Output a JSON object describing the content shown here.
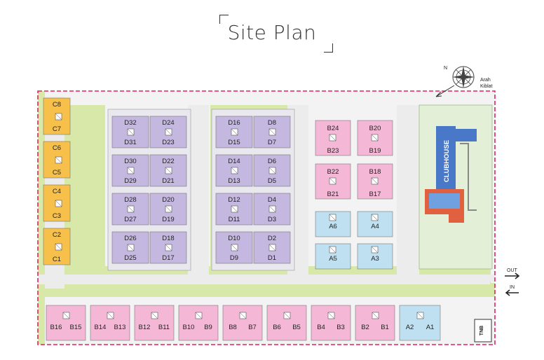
{
  "title": "Site Plan",
  "compass": {
    "north": "N",
    "label_line1": "Arah",
    "label_line2": "Kiblat"
  },
  "facilities": {
    "clubhouse": "CLUBHOUSE",
    "tnb": "TNB",
    "out": "OUT",
    "in": "IN"
  },
  "colors": {
    "type_a": "#bfe0f0",
    "type_b": "#f4b8d6",
    "type_c": "#f6c04a",
    "type_d": "#c5b8e0",
    "lawn": "#d8e8a8",
    "boundary": "#e0245e",
    "clubhouse": "#4a78c8",
    "clubhouse_roof": "#e06040"
  },
  "units": {
    "C": [
      "C8",
      "C7",
      "C6",
      "C5",
      "C4",
      "C3",
      "C2",
      "C1"
    ],
    "D_left": [
      [
        "D32",
        "D24"
      ],
      [
        "D31",
        "D23"
      ],
      [
        "D30",
        "D22"
      ],
      [
        "D29",
        "D21"
      ],
      [
        "D28",
        "D20"
      ],
      [
        "D27",
        "D19"
      ],
      [
        "D26",
        "D18"
      ],
      [
        "D25",
        "D17"
      ]
    ],
    "D_right": [
      [
        "D16",
        "D8"
      ],
      [
        "D15",
        "D7"
      ],
      [
        "D14",
        "D6"
      ],
      [
        "D13",
        "D5"
      ],
      [
        "D12",
        "D4"
      ],
      [
        "D11",
        "D3"
      ],
      [
        "D10",
        "D2"
      ],
      [
        "D9",
        "D1"
      ]
    ],
    "B_top": [
      [
        "B24",
        "B20"
      ],
      [
        "B23",
        "B19"
      ],
      [
        "B22",
        "B18"
      ],
      [
        "B21",
        "B17"
      ]
    ],
    "A_top": [
      [
        "A6",
        "A4"
      ],
      [
        "A5",
        "A3"
      ]
    ],
    "bottom_row": [
      [
        "B16",
        "B15"
      ],
      [
        "B14",
        "B13"
      ],
      [
        "B12",
        "B11"
      ],
      [
        "B10",
        "B9"
      ],
      [
        "B8",
        "B7"
      ],
      [
        "B6",
        "B5"
      ],
      [
        "B4",
        "B3"
      ],
      [
        "B2",
        "B1"
      ],
      [
        "A2",
        "A1"
      ]
    ]
  }
}
